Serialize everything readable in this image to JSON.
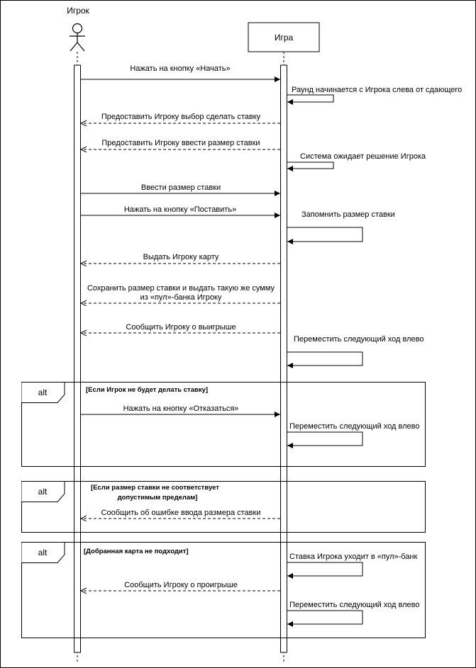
{
  "actors": {
    "player": "Игрок",
    "game": "Игра"
  },
  "messages": {
    "m1": "Нажать на кнопку «Начать»",
    "m2": "Раунд начинается с Игрока слева от сдающего",
    "m3": "Предоставить Игроку выбор сделать ставку",
    "m4": "Предоставить Игроку ввести размер ставки",
    "m5": "Система ожидает решение Игрока",
    "m6": "Ввести размер ставки",
    "m7": "Нажать на кнопку «Поставить»",
    "m8": "Запомнить размер ставки",
    "m9": "Выдать Игроку карту",
    "m10a": "Сохранить размер ставки и выдать такую же сумму",
    "m10b": "из «пул»-банка Игроку",
    "m11": "Сообщить Игроку о выигрыше",
    "m12": "Переместить следующий ход влево",
    "m13": "Нажать на кнопку «Отказаться»",
    "m14": "Переместить следующий ход влево",
    "m15": "Сообщить об ошибке ввода размера ставки",
    "m16": "Ставка Игрока уходит в «пул»-банк",
    "m17": "Сообщить Игроку о проигрыше",
    "m18": "Переместить следующий ход влево"
  },
  "fragments": {
    "f1": {
      "operator": "alt",
      "guard": "[Если Игрок не будет делать ставку]"
    },
    "f2": {
      "operator": "alt",
      "guard_line1": "[Если размер ставки не соответствует",
      "guard_line2": "допустимым пределам]"
    },
    "f3": {
      "operator": "alt",
      "guard": "[Добранная карта не подходит]"
    }
  }
}
